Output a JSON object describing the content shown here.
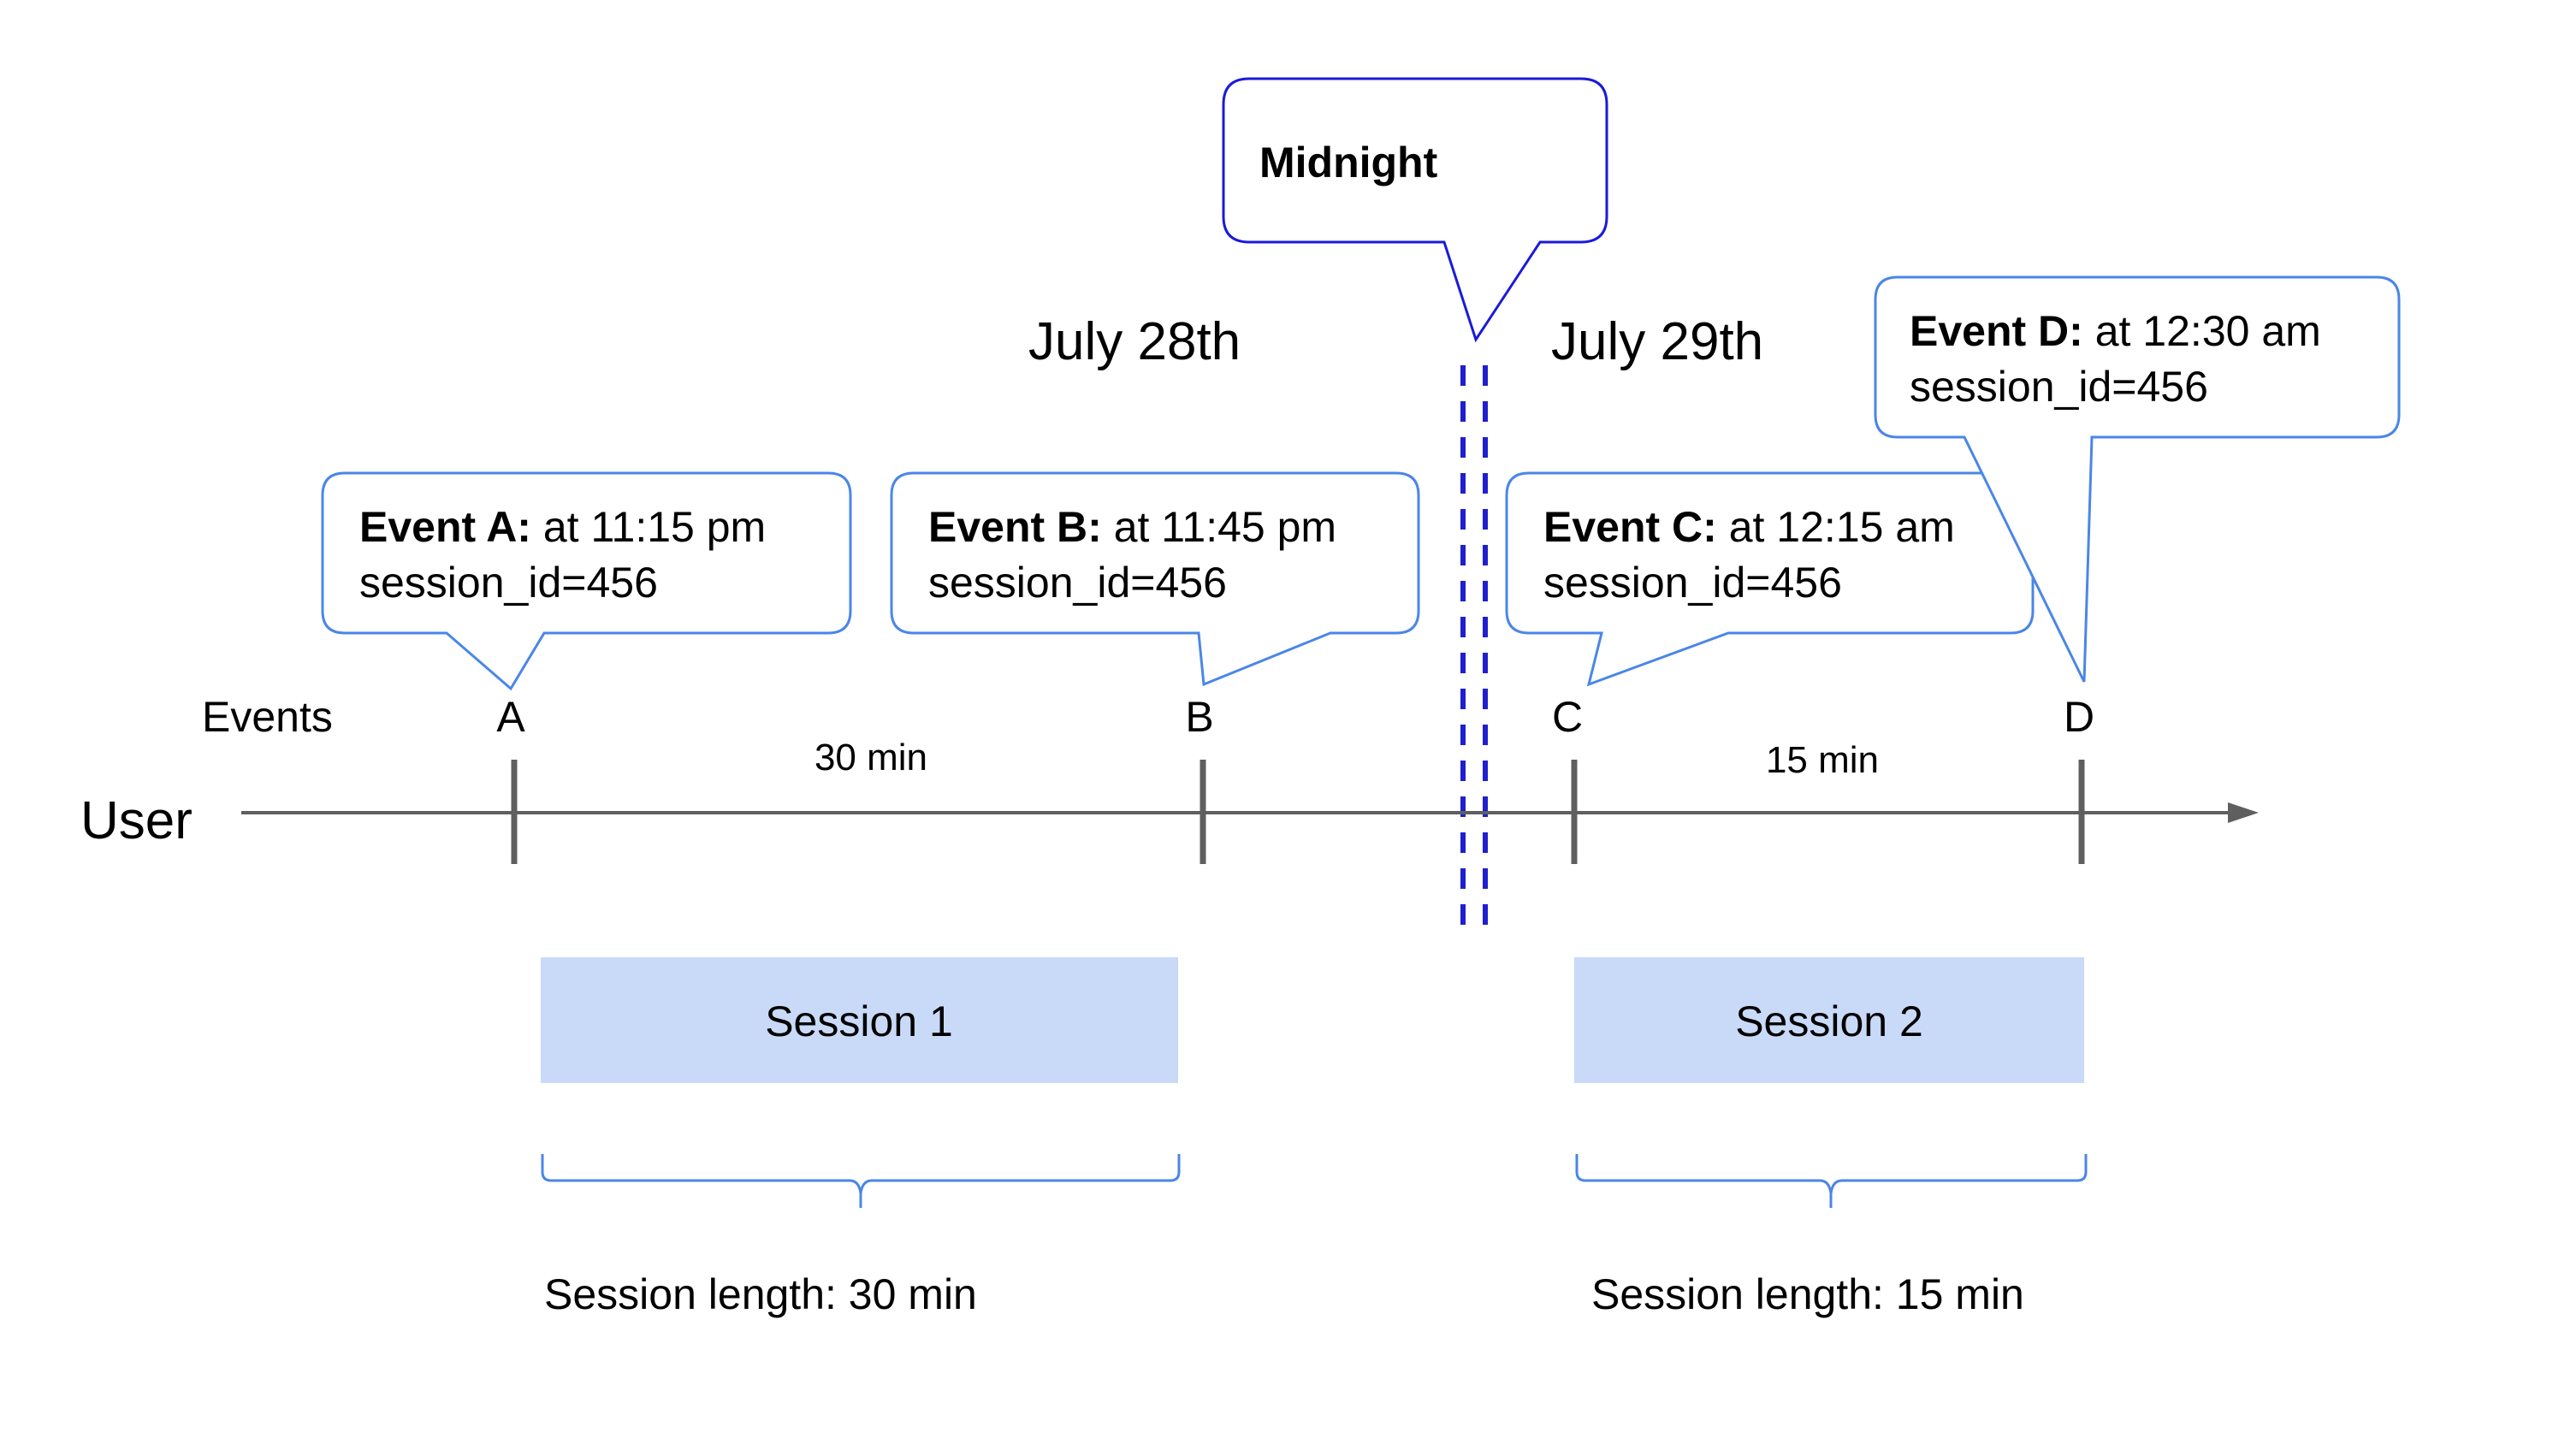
{
  "colors": {
    "bubble_stroke": "#4a86e8",
    "midnight_stroke": "#1a1adb",
    "midnight_line": "#1f1fcf",
    "timeline": "#5f5f5f",
    "session_fill": "#c9daf8"
  },
  "dates": {
    "left": "July 28th",
    "right": "July 29th"
  },
  "midnight": {
    "label": "Midnight"
  },
  "row_labels": {
    "events": "Events",
    "user": "User"
  },
  "events": [
    {
      "letter": "A",
      "title": "Event A:",
      "time": "at 11:15 pm",
      "session": "session_id=456"
    },
    {
      "letter": "B",
      "title": "Event B:",
      "time": "at 11:45 pm",
      "session": "session_id=456"
    },
    {
      "letter": "C",
      "title": "Event C:",
      "time": "at 12:15 am",
      "session": "session_id=456"
    },
    {
      "letter": "D",
      "title": "Event D:",
      "time": "at 12:30 am",
      "session": "session_id=456"
    }
  ],
  "gaps": {
    "ab": "30 min",
    "cd": "15 min"
  },
  "sessions": [
    {
      "label": "Session 1",
      "length": "Session length: 30 min"
    },
    {
      "label": "Session 2",
      "length": "Session length: 15 min"
    }
  ]
}
